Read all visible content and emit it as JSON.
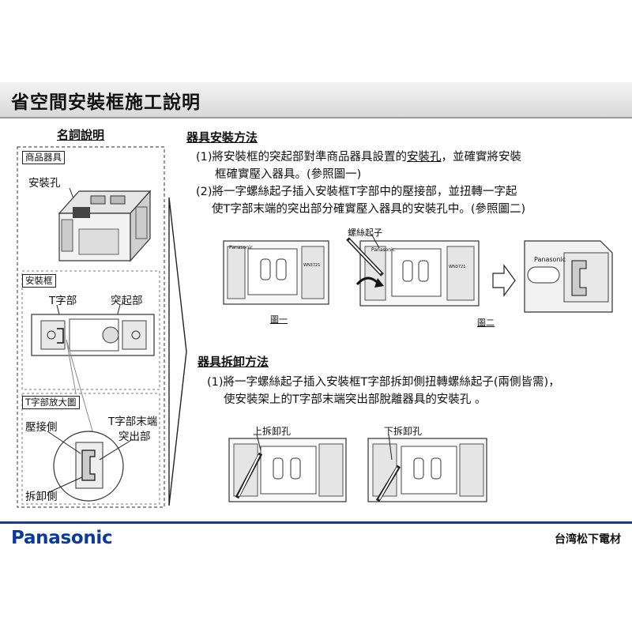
{
  "title": "省空間安裝框施工說明",
  "glossary": {
    "heading": "名詞說明",
    "box_product": "商品器具",
    "label_hole": "安裝孔",
    "box_frame": "安裝框",
    "label_t_part": "T字部",
    "label_protrusion": "突起部",
    "box_t_zoom": "T字部放大圖",
    "label_press_side": "壓接側",
    "label_t_end_1": "T字部末端",
    "label_t_end_2": "突出部",
    "label_remove_side": "拆卸側"
  },
  "install": {
    "heading": "器具安裝方法",
    "step1_a": "(1)將安裝框的突起部對準商品器具設置的",
    "step1_u": "安裝孔",
    "step1_b": "，並確實將安裝",
    "step1_c": "框確實壓入器具。(參照圖一)",
    "step2_a": "(2)將一字螺絲起子插入安裝框T字部中的壓接部，並扭轉一字起",
    "step2_b": "使T字部末端的突出部分確實壓入器具的安裝孔中。(參照圖二)",
    "label_screwdriver": "螺絲起子",
    "fig1": "圖一",
    "fig2": "圖二",
    "panel_brand": "Panasonic",
    "panel_model": "WN3721"
  },
  "remove": {
    "heading": "器具拆卸方法",
    "step1_a": "(1)將一字螺絲起子插入安裝框T字部拆卸側扭轉螺絲起子(兩側皆需)，",
    "step1_b": "使安裝架上的T字部末端突出部脫離器具的安裝孔 。",
    "label_upper": "上拆卸孔",
    "label_lower": "下拆卸孔"
  },
  "footer": {
    "logo": "Panasonic",
    "company": "台湾松下電材"
  },
  "colors": {
    "brand": "#0b3a9e",
    "footer_line": "#1a3a8f"
  }
}
